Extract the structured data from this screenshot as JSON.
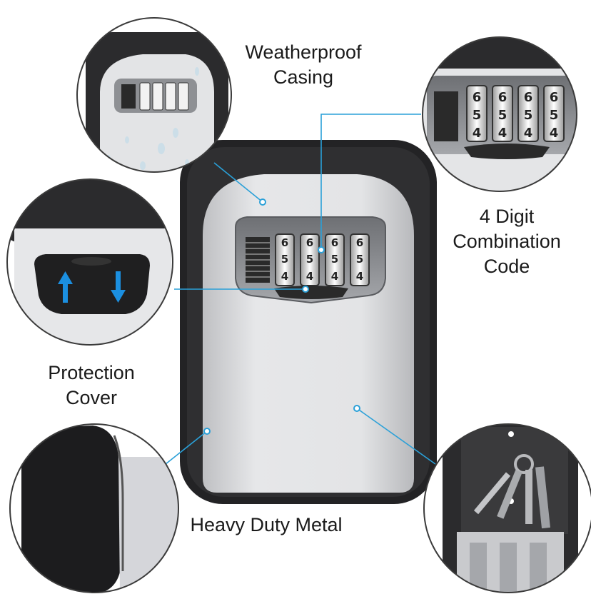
{
  "colors": {
    "casing": "#2b2b2d",
    "front": "#dcdde0",
    "window": "#8e9094",
    "dial": "#f2f2f2",
    "callout": "#2aa0d8",
    "arrow": "#1b8fe0",
    "circle_border": "#3b3b3b"
  },
  "labels": {
    "weatherproof": [
      "Weatherproof",
      "Casing"
    ],
    "combination": [
      "4 Digit",
      "Combination",
      "Code"
    ],
    "protection": [
      "Protection",
      "Cover"
    ],
    "metal": "Heavy Duty Metal"
  },
  "dial_digits": {
    "top": "6",
    "middle": "5",
    "bottom": "4"
  }
}
